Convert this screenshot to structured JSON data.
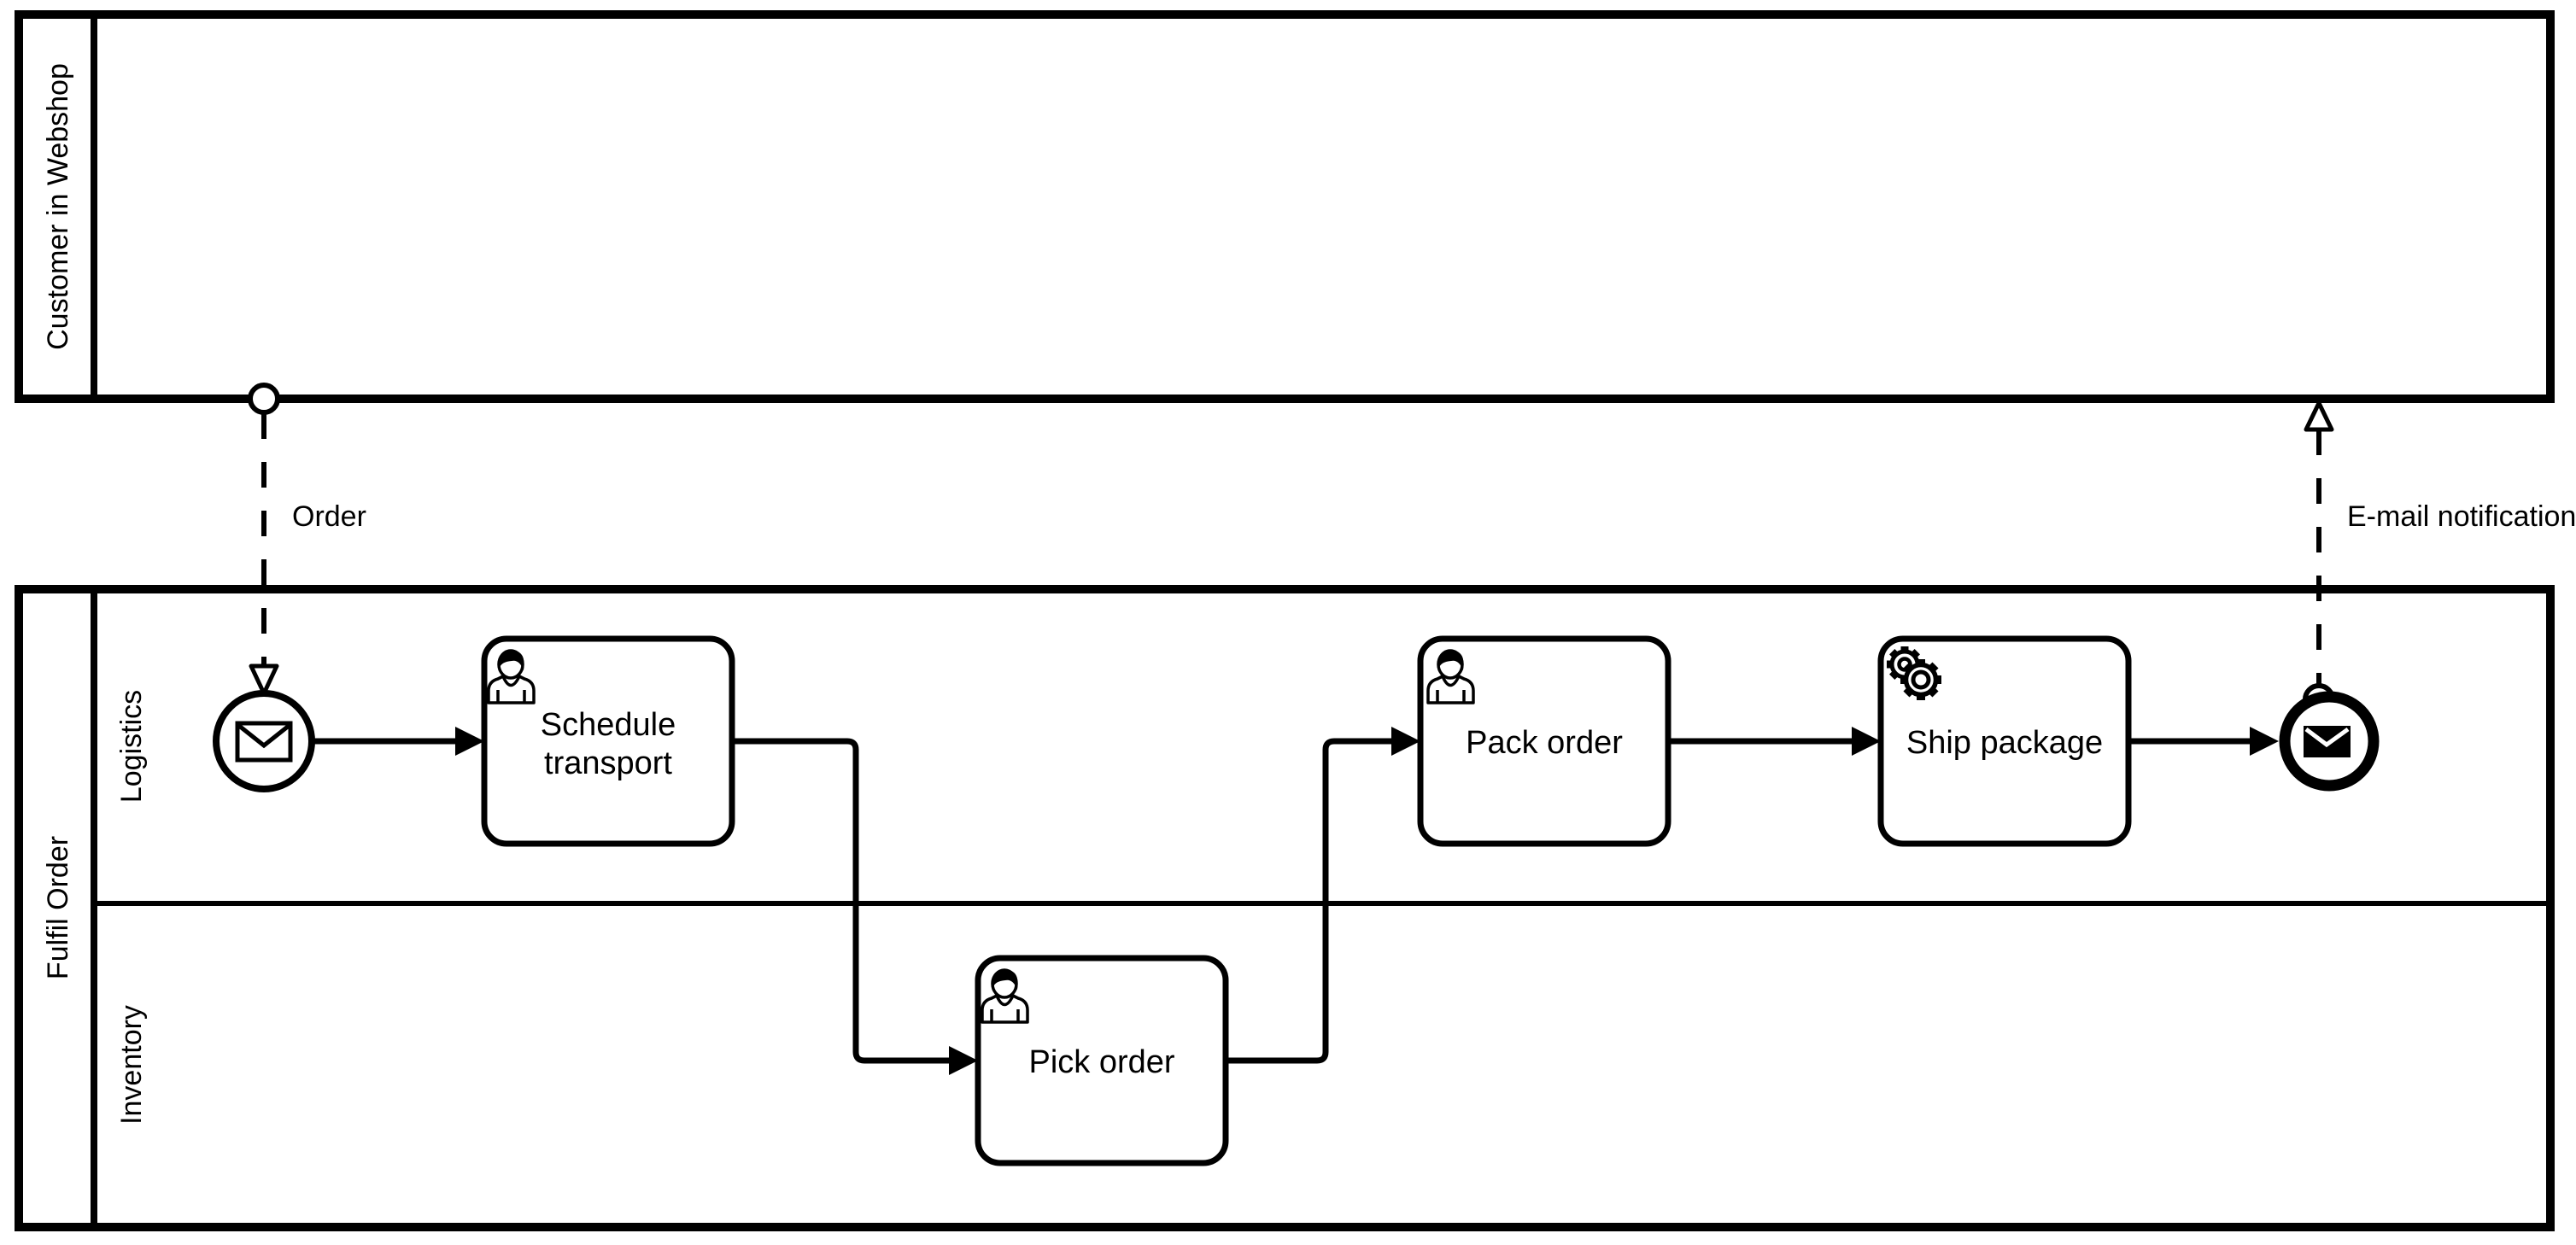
{
  "colors": {
    "ink": "#000000",
    "paper": "#ffffff"
  },
  "pools": [
    {
      "label": "Customer in Webshop"
    },
    {
      "label": "Fulfil Order",
      "lanes": [
        {
          "label": "Logistics"
        },
        {
          "label": "Inventory"
        }
      ]
    }
  ],
  "tasks": [
    {
      "id": "schedule-transport",
      "type": "user",
      "lines": [
        "Schedule",
        "transport"
      ]
    },
    {
      "id": "pick-order",
      "type": "user",
      "lines": [
        "Pick order"
      ]
    },
    {
      "id": "pack-order",
      "type": "user",
      "lines": [
        "Pack order"
      ]
    },
    {
      "id": "ship-package",
      "type": "service",
      "lines": [
        "Ship package"
      ]
    }
  ],
  "events": [
    {
      "id": "start",
      "kind": "message-start-event"
    },
    {
      "id": "end",
      "kind": "message-end-event"
    }
  ],
  "message_flows": [
    {
      "label": "Order"
    },
    {
      "label": "E-mail notification"
    }
  ]
}
